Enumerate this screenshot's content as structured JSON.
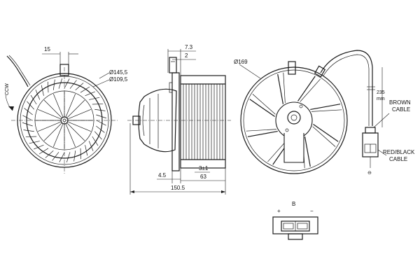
{
  "diagram": {
    "front_view": {
      "dim_top": "15",
      "dia_outer": "Ø145,5",
      "dia_inner": "Ø109,5",
      "rotation": "CCW"
    },
    "side_view": {
      "dim_7_3": "7.3",
      "dim_2": "2",
      "dim_3": "3±1",
      "dim_4_5": "4.5",
      "dim_63": "63",
      "dim_150_5": "150.5"
    },
    "rear_view": {
      "dia": "Ø169",
      "cable_length": "235",
      "cable_unit": "mm",
      "brown_line1": "BROWN",
      "brown_line2": "CABLE",
      "redblack_line1": "RED/BLACK",
      "redblack_line2": "CABLE",
      "minus": "⊖"
    },
    "connector": {
      "title": "B",
      "plus": "+",
      "minus": "−"
    }
  }
}
